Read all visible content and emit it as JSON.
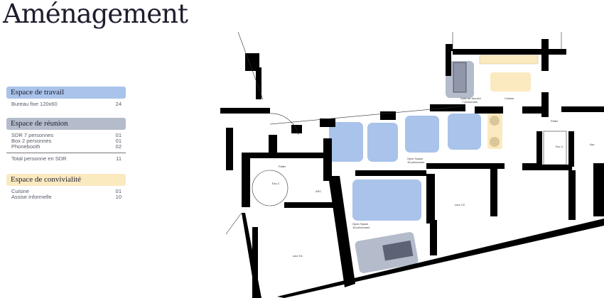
{
  "page": {
    "title": "Aménagement"
  },
  "legend": {
    "travail": {
      "header": "Espace de travail",
      "color": "#a9c3ea",
      "items": [
        {
          "label": "Bureau fixe 120x60",
          "value": "24"
        }
      ]
    },
    "reunion": {
      "header": "Espace de réunion",
      "color": "#b4bccb",
      "items": [
        {
          "label": "SDR 7 personnes",
          "value": "01"
        },
        {
          "label": "Box 2 personnes",
          "value": "01"
        },
        {
          "label": "Phonebooth",
          "value": "02"
        }
      ],
      "total": {
        "label": "Total personne en SDR",
        "value": "11"
      }
    },
    "convivialite": {
      "header": "Espace de convivialité",
      "color": "#fbeac0",
      "items": [
        {
          "label": "Cuisine",
          "value": "01"
        },
        {
          "label": "Assise informelle",
          "value": "10"
        }
      ]
    }
  },
  "plan": {
    "labels": {
      "cuisine": "Cuisine",
      "sdr": "Salle de réunion",
      "sdr_sub": "7 personnes",
      "open_space_1": "Open Space",
      "open_space_1_sub": "16 personnes",
      "open_space_2": "Open Space",
      "open_space_2_sub": "16 personnes",
      "palier_left": "Palier",
      "palier_right": "Palier",
      "esc2": "Esc 2",
      "esc3": "Esc 3",
      "asc_left": "ASC",
      "asc_right": "Asc",
      "cour_d1": "cour D1",
      "cour_c2": "cour C2"
    },
    "colors": {
      "wall": "#000000",
      "work": "#a9c3ea",
      "meeting": "#b4bccb",
      "convivial": "#fbeac0"
    }
  }
}
